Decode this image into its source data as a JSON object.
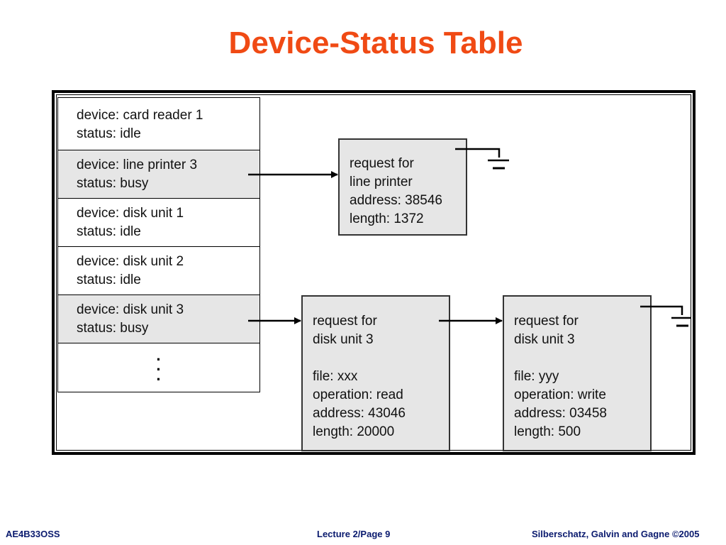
{
  "title": "Device-Status Table",
  "device_table": {
    "rows": [
      {
        "device": "device: card reader 1",
        "status": "status: idle"
      },
      {
        "device": "device: line printer 3",
        "status": "status: busy"
      },
      {
        "device": "device: disk unit 1",
        "status": "status: idle"
      },
      {
        "device": "device: disk unit 2",
        "status": "status: idle"
      },
      {
        "device": "device: disk unit 3",
        "status": "status: busy"
      }
    ],
    "ellipsis": [
      "·",
      "·",
      "·"
    ]
  },
  "requests": {
    "line_printer": {
      "line1": "request for",
      "line2": "line printer",
      "line3": "address: 38546",
      "line4": "length: 1372"
    },
    "disk1": {
      "line1": "request for",
      "line2": "disk unit 3",
      "line3": "file: xxx",
      "line4": "operation: read",
      "line5": "address: 43046",
      "line6": "length: 20000"
    },
    "disk2": {
      "line1": "request for",
      "line2": "disk unit 3",
      "line3": "file: yyy",
      "line4": "operation: write",
      "line5": "address: 03458",
      "line6": "length: 500"
    }
  },
  "footer": {
    "left": "AE4B33OSS",
    "center": "Lecture 2/Page 9",
    "right": "Silberschatz, Galvin and Gagne ©2005"
  },
  "colors": {
    "title": "#f04a14",
    "footer": "#0a1a6e",
    "busy_fill": "#e6e6e6"
  }
}
